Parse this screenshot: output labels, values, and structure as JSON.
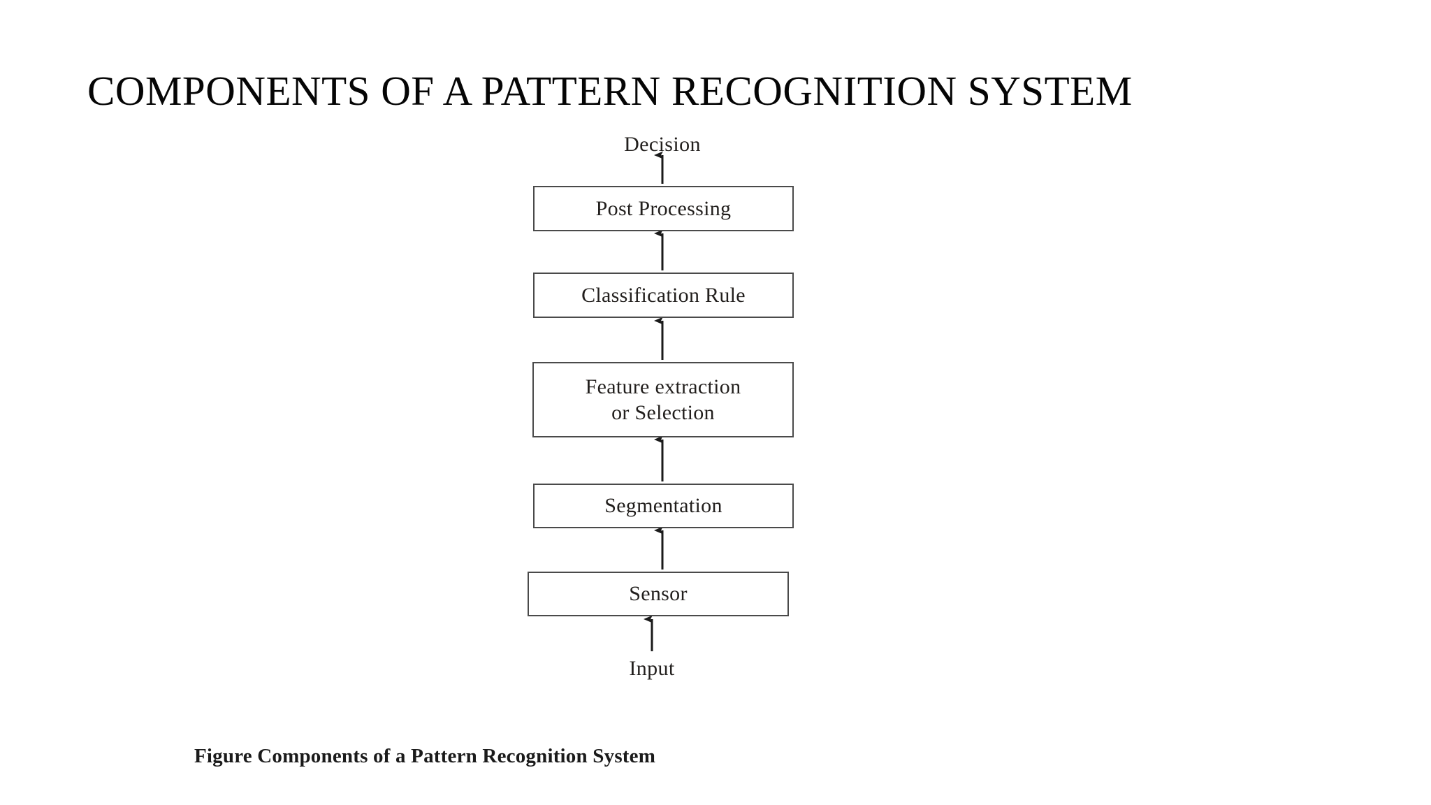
{
  "slide": {
    "title": "COMPONENTS OF A PATTERN RECOGNITION SYSTEM",
    "background_color": "#ffffff",
    "text_color": "#000000"
  },
  "figure": {
    "caption": "Figure  Components of a Pattern Recognition System",
    "box_border_color": "#4a4a4a",
    "box_fill_color": "#ffffff",
    "arrow_color": "#1a1a1a",
    "flow_direction": "bottom-to-top",
    "endpoints": {
      "output_label": "Decision",
      "input_label": "Input"
    },
    "stages": [
      {
        "id": "post-processing",
        "label": "Post Processing"
      },
      {
        "id": "classification-rule",
        "label": "Classification Rule"
      },
      {
        "id": "feature-extraction",
        "label": "Feature extraction\nor Selection"
      },
      {
        "id": "segmentation",
        "label": "Segmentation"
      },
      {
        "id": "sensor",
        "label": "Sensor"
      }
    ],
    "connectors": [
      {
        "id": "arrow-sensor-to-segmentation",
        "from": "Sensor",
        "to": "Segmentation"
      },
      {
        "id": "arrow-segmentation-to-feature-extraction",
        "from": "Segmentation",
        "to": "Feature extraction or Selection"
      },
      {
        "id": "arrow-feature-extraction-to-classification",
        "from": "Feature extraction or Selection",
        "to": "Classification Rule"
      },
      {
        "id": "arrow-classification-to-post-processing",
        "from": "Classification Rule",
        "to": "Post Processing"
      },
      {
        "id": "arrow-post-processing-to-decision",
        "from": "Post Processing",
        "to": "Decision"
      },
      {
        "id": "arrow-input-to-sensor",
        "from": "Input",
        "to": "Sensor"
      }
    ]
  }
}
